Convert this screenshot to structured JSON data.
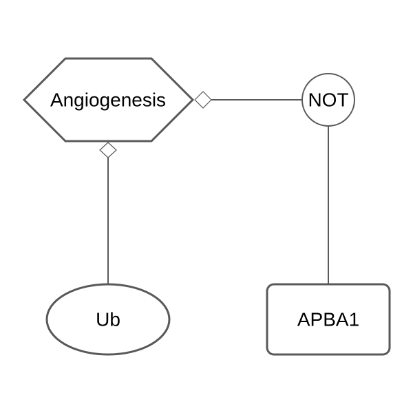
{
  "nodes": {
    "angiogenesis": {
      "label": "Angiogenesis",
      "type": "phenotype"
    },
    "not_operator": {
      "label": "NOT",
      "type": "logical-operator"
    },
    "ub": {
      "label": "Ub",
      "type": "simple-chemical"
    },
    "apba1": {
      "label": "APBA1",
      "type": "macromolecule"
    }
  },
  "edges": [
    {
      "from": "ub",
      "to": "angiogenesis",
      "arrow": "modulation-diamond"
    },
    {
      "from": "not_operator",
      "to": "angiogenesis",
      "arrow": "modulation-diamond"
    },
    {
      "from": "apba1",
      "to": "not_operator",
      "arrow": "none"
    }
  ]
}
